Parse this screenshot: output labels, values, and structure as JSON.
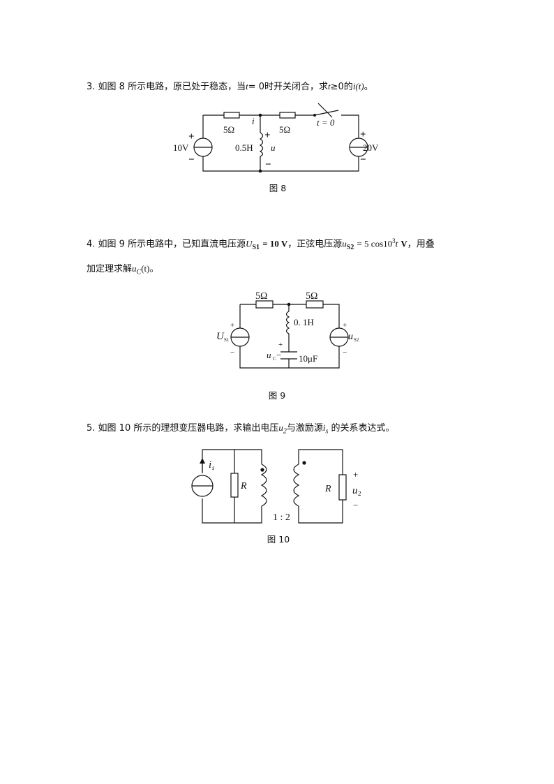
{
  "problems": [
    {
      "number": "3.",
      "text_a": "如图 8 所示电路，原已处于稳态，当",
      "math_a": "t",
      "text_b": "= 0时开关闭合，求",
      "math_b": "t",
      "text_c": "≥0的",
      "math_c": "i(t)",
      "text_d": "。",
      "figure_caption": "图 8",
      "figure": {
        "left_source": "10V",
        "right_source": "20V",
        "resistor_1": "5Ω",
        "resistor_2": "5Ω",
        "inductor": "0.5H",
        "voltage_u": "u",
        "current_i": "i",
        "switch_label": "t = 0",
        "plus": "+",
        "minus": "−"
      }
    },
    {
      "number": "4.",
      "text_a": "如图 9 所示电路中，已知直流电压源",
      "math_a": "U",
      "sub_a": "S1",
      "text_b": "= 10 V",
      "text_c": "，正弦电压源",
      "math_b": "u",
      "sub_b": "S2",
      "text_d": "= 5 cos10",
      "sup_d": "3",
      "math_c": "t",
      "text_e": "V",
      "text_f": "，用叠",
      "line2_a": "加定理求解",
      "line2_math": "u",
      "line2_sub": "C",
      "line2_b": "(t)",
      "line2_c": "。",
      "figure_caption": "图 9",
      "figure": {
        "resistor_1": "5Ω",
        "resistor_2": "5Ω",
        "inductor": "0. 1H",
        "capacitor": "10μF",
        "source_left": "U",
        "source_left_sub": "S1",
        "source_right": "u",
        "source_right_sub": "S2",
        "cap_voltage": "u",
        "cap_voltage_sub": "C",
        "plus": "+",
        "minus": "−"
      }
    },
    {
      "number": "5.",
      "text_a": "如图 10 所示的理想变压器电路，求输出电压",
      "math_a": "u",
      "sub_a": "2",
      "text_b": "与激励源",
      "math_b": "i",
      "sub_b": "s",
      "text_c": "的关系表达式。",
      "figure_caption": "图 10",
      "figure": {
        "current_source": "i",
        "current_source_sub": "s",
        "resistor_left": "R",
        "resistor_right": "R",
        "ratio": "1 : 2",
        "output": "u",
        "output_sub": "2",
        "plus": "+",
        "minus": "−"
      }
    }
  ]
}
